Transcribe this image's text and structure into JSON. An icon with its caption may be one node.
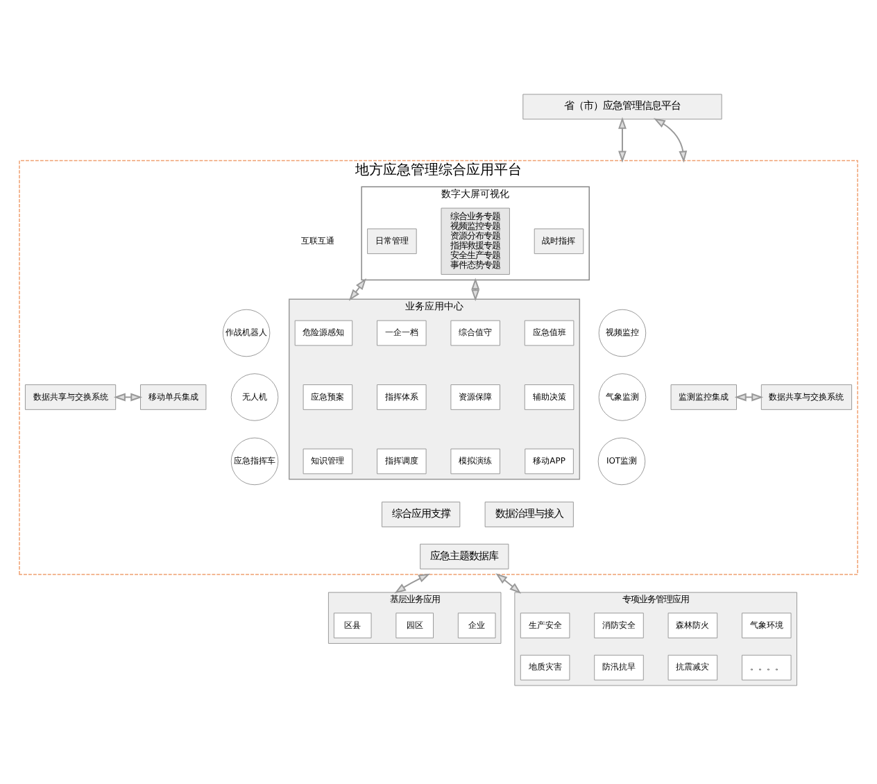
{
  "diagram": {
    "nodes": [
      {
        "text": [
          "省（市）应急管理信息平台"
        ]
      },
      {
        "text": [
          "地方应急管理综合应用平台"
        ]
      },
      {
        "text": [
          "数字大屏可视化"
        ],
        "in": 1
      },
      {
        "text": [
          "日常管理"
        ],
        "in": 2
      },
      {
        "text": [
          "综合业务专题",
          "视频监控专题",
          "资源分布专题",
          "指挥救援专题",
          "安全生产专题",
          "事件态势专题"
        ],
        "in": 2
      },
      {
        "text": [
          "战时指挥"
        ],
        "in": 2
      },
      {
        "text": [
          "视频监控"
        ],
        "in": 1
      },
      {
        "text": [
          "气象监测"
        ],
        "in": 1
      },
      {
        "text": [
          "IOT监测"
        ],
        "in": 1
      },
      {
        "text": [
          "监测监控集成"
        ],
        "in": 1
      },
      {
        "text": [
          "数据共享与交换系统"
        ],
        "in": 1
      },
      {
        "text": [
          "业务应用中心"
        ],
        "in": 1
      },
      {
        "text": [
          "一企一档"
        ],
        "in": 11
      },
      {
        "text": [
          "危险源感知"
        ],
        "in": 11
      },
      {
        "text": [
          "综合值守"
        ],
        "in": 11
      },
      {
        "text": [
          "应急值班"
        ],
        "in": 11
      },
      {
        "text": [
          "指挥体系"
        ],
        "in": 11
      },
      {
        "text": [
          "应急预案"
        ],
        "in": 11
      },
      {
        "text": [
          "资源保障"
        ],
        "in": 11
      },
      {
        "text": [
          "辅助决策"
        ],
        "in": 11
      },
      {
        "text": [
          "指挥调度"
        ],
        "in": 11
      },
      {
        "text": [
          "知识管理"
        ],
        "in": 11
      },
      {
        "text": [
          "模拟演练"
        ],
        "in": 11
      },
      {
        "text": [
          "移动APP"
        ],
        "in": 11
      },
      {
        "text": [
          "数据共享与交换系统"
        ],
        "in": 1
      },
      {
        "text": [
          "综合应用支撑"
        ],
        "in": 1
      },
      {
        "text": [
          "数据治理与接入"
        ],
        "in": 1
      },
      {
        "text": [
          "应急主题数据库"
        ],
        "in": 1
      },
      {
        "text": [
          "移动单兵集成"
        ],
        "in": 1
      },
      {
        "text": [
          "作战机器人"
        ],
        "in": 1
      },
      {
        "text": [
          "无人机"
        ],
        "in": 1
      },
      {
        "text": [
          "应急指挥车"
        ],
        "in": 1
      },
      {
        "text": [
          "基层业务应用"
        ]
      },
      {
        "text": [
          "区县"
        ],
        "in": 32
      },
      {
        "text": [
          "园区"
        ],
        "in": 32
      },
      {
        "text": [
          "企业"
        ],
        "in": 32
      },
      {
        "text": [
          "专项业务管理应用"
        ]
      },
      {
        "text": [
          "生产安全"
        ],
        "in": 36
      },
      {
        "text": [
          "消防安全"
        ],
        "in": 36
      },
      {
        "text": [
          "森林防火"
        ],
        "in": 36
      },
      {
        "text": [
          "气象环境"
        ],
        "in": 36
      },
      {
        "text": [
          "地质灾害"
        ],
        "in": 36
      },
      {
        "text": [
          "防汛抗旱"
        ],
        "in": 36
      },
      {
        "text": [
          "抗震减灾"
        ],
        "in": 36
      },
      {
        "text": [
          "。。。。"
        ],
        "in": 36
      }
    ],
    "edges": [
      {
        "from": 0,
        "to": 1,
        "arrow": "both"
      },
      {
        "from": 0,
        "to": 1,
        "arrow": "both"
      },
      {
        "from": 2,
        "to": 11,
        "arrow": "both"
      },
      {
        "from": 2,
        "to": 11,
        "arrow": "both"
      },
      {
        "from": 9,
        "to": 10,
        "arrow": "both"
      },
      {
        "from": 24,
        "to": 28,
        "arrow": "both"
      },
      {
        "from": 1,
        "to": 32,
        "arrow": "both"
      },
      {
        "from": 1,
        "to": 36,
        "arrow": "both"
      }
    ],
    "legend": [
      {
        "text": "互联互通"
      }
    ]
  }
}
